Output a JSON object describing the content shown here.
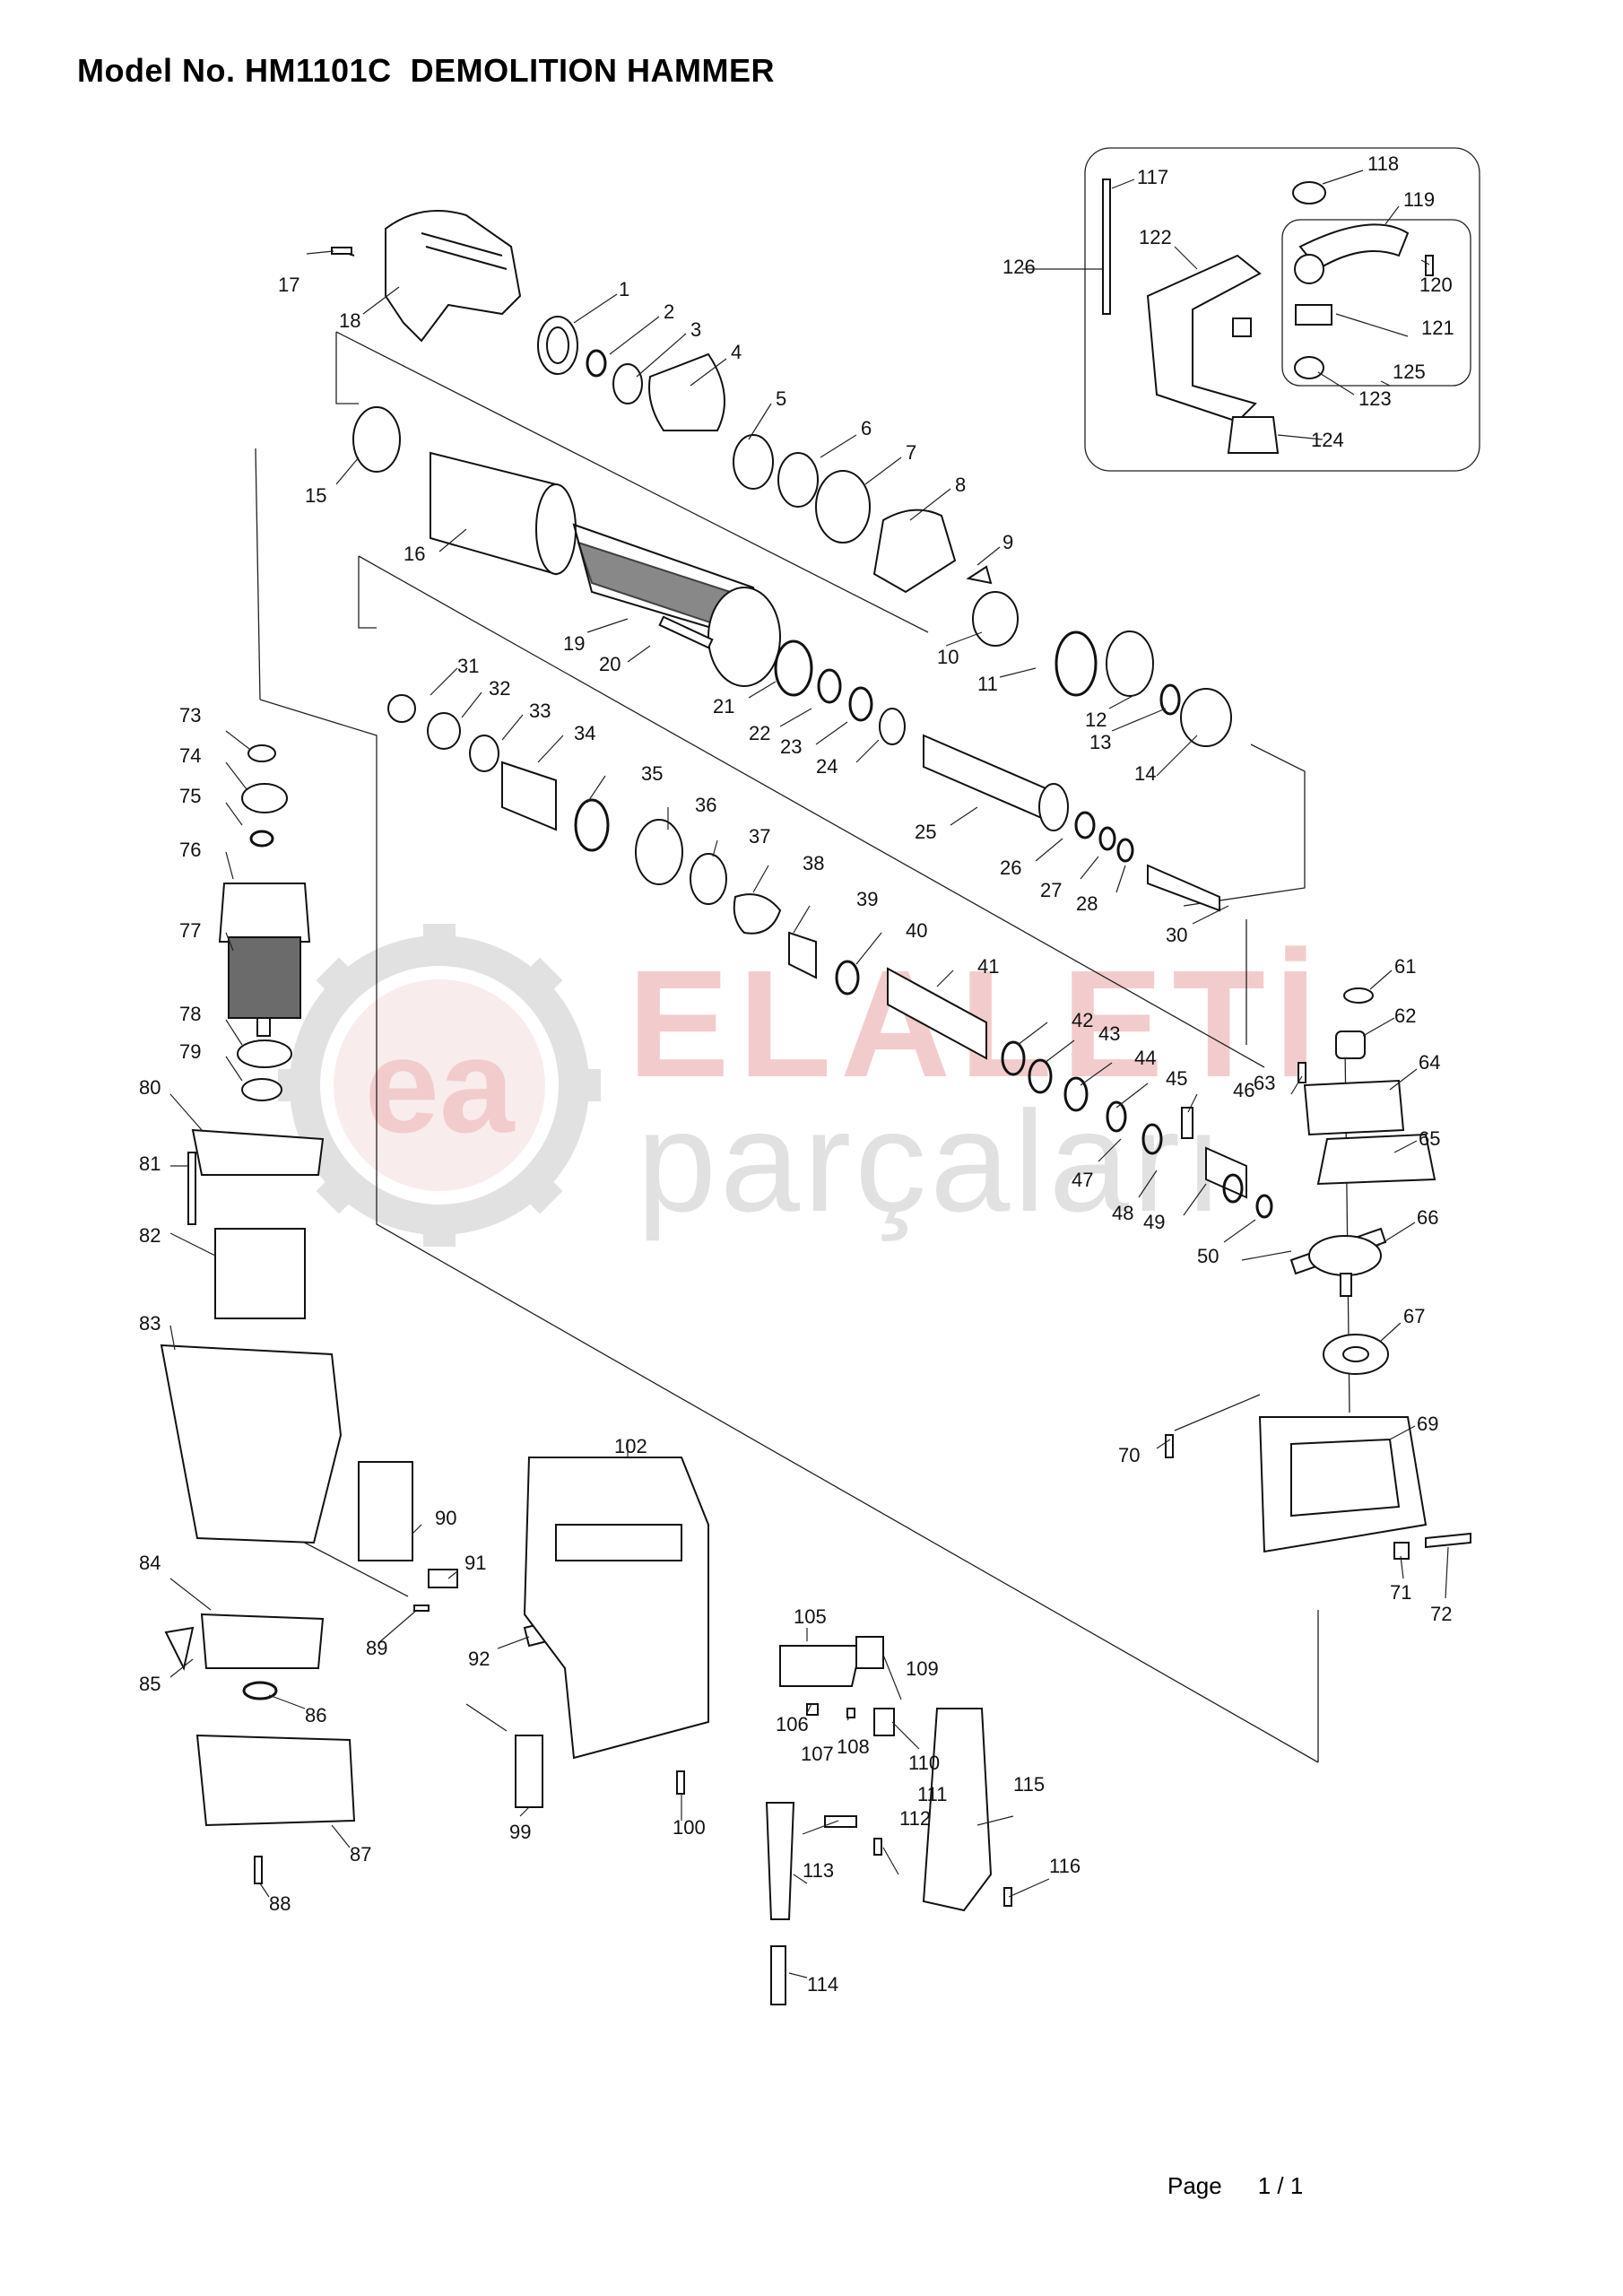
{
  "header": {
    "title": "Model No. HM1101C  DEMOLITION HAMMER"
  },
  "watermark": {
    "brand": "ELALETİ",
    "tagline": "parçaları",
    "logo_letters": "ea",
    "color": "#e8a3a3",
    "grey": "#c9c9c9"
  },
  "labels": [
    "1",
    "2",
    "3",
    "4",
    "5",
    "6",
    "7",
    "8",
    "9",
    "10",
    "11",
    "12",
    "13",
    "14",
    "15",
    "16",
    "17",
    "18",
    "19",
    "20",
    "21",
    "22",
    "23",
    "24",
    "25",
    "26",
    "27",
    "28",
    "30",
    "31",
    "32",
    "33",
    "34",
    "35",
    "36",
    "37",
    "38",
    "39",
    "40",
    "41",
    "42",
    "43",
    "44",
    "45",
    "46",
    "47",
    "48",
    "49",
    "50",
    "61",
    "62",
    "63",
    "64",
    "65",
    "66",
    "67",
    "69",
    "70",
    "71",
    "72",
    "73",
    "74",
    "75",
    "76",
    "77",
    "78",
    "79",
    "80",
    "81",
    "82",
    "83",
    "84",
    "85",
    "86",
    "87",
    "88",
    "89",
    "90",
    "91",
    "92",
    "99",
    "100",
    "102",
    "105",
    "106",
    "107",
    "108",
    "109",
    "110",
    "111",
    "112",
    "113",
    "114",
    "115",
    "116",
    "117",
    "118",
    "119",
    "120",
    "121",
    "122",
    "123",
    "124",
    "125",
    "126"
  ],
  "footer": {
    "page_label": "Page",
    "page_value": "1 / 1"
  }
}
